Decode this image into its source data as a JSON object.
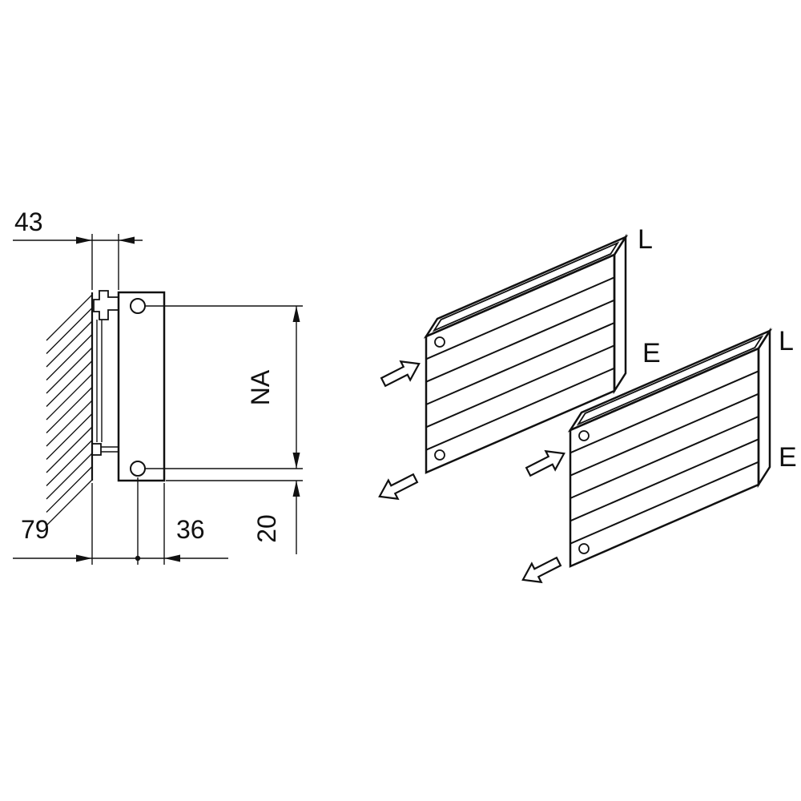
{
  "page": {
    "background": "#ffffff",
    "line_color": "#111111",
    "type": "radiator-mounting-technical-drawing"
  },
  "left_view": {
    "dim_wall_to_back": "43",
    "dim_wall_to_pipe_center": "79",
    "dim_center_to_front": "36",
    "dim_bottom_offset": "20",
    "dim_hub_distance": "NA"
  },
  "iso_view": {
    "radiator_open_top": {
      "label_top": "L",
      "label_side": "E"
    },
    "radiator_grille_top": {
      "label_top": "L",
      "label_side": "E"
    }
  }
}
